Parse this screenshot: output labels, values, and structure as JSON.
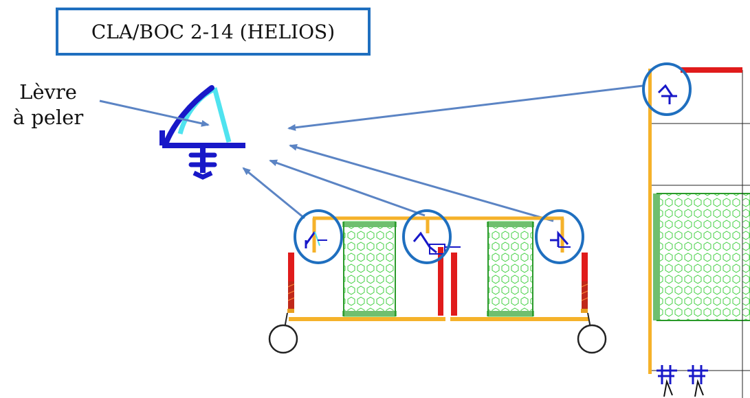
{
  "title": "CLA/BOC 2-14 (HELIOS)",
  "label": {
    "line1": "Lèvre",
    "line2": "à peler"
  },
  "colors": {
    "callout": "#1f6fbf",
    "arrow": "#5b84c4",
    "frame": "#f5b22a",
    "seal": "#e01b1b",
    "profile": "#1818c8",
    "lip": "#4fe3ef",
    "mesh": "#3fcf3f"
  }
}
